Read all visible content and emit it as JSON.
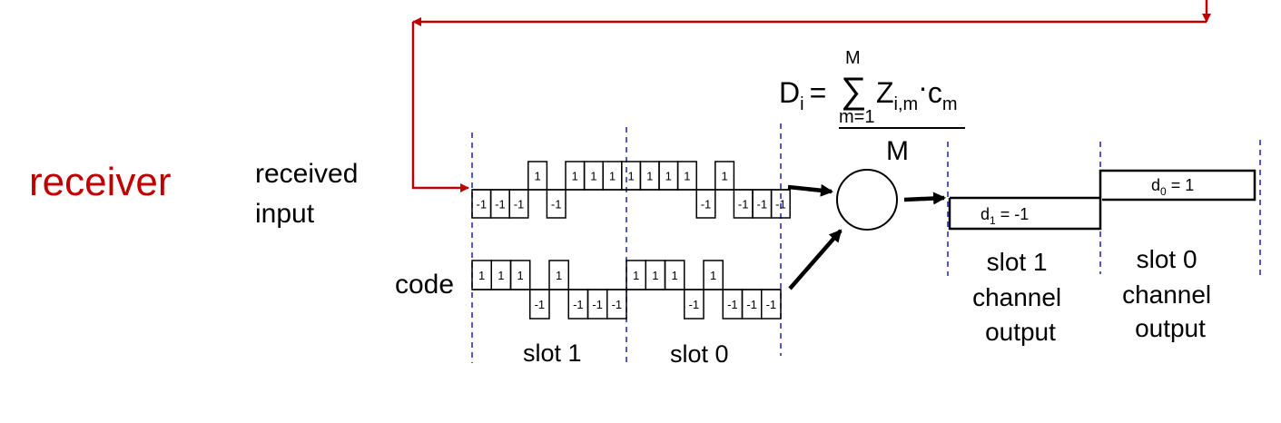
{
  "title": "receiver",
  "labels": {
    "received_line1": "received",
    "received_line2": "input",
    "code": "code",
    "slot1": "slot 1",
    "slot0": "slot 0",
    "out_slot1": [
      "slot 1",
      "channel",
      "output"
    ],
    "out_slot0": [
      "slot 0",
      "channel",
      "output"
    ]
  },
  "formula": {
    "lhs": "D",
    "lhs_sub": "i",
    "equals": "=",
    "sum_upper": "M",
    "sum_symbol": "∑",
    "sum_lower": "m=1",
    "term": "Z",
    "term_sub": "i,m",
    "dot": "·",
    "code_term": "c",
    "code_sub": "m",
    "denominator": "M"
  },
  "received_chips": [
    -1,
    -1,
    -1,
    1,
    -1,
    1,
    1,
    1,
    1,
    1,
    1,
    1,
    -1,
    1,
    -1,
    -1,
    -1
  ],
  "code_chips": [
    1,
    1,
    1,
    -1,
    1,
    -1,
    -1,
    -1,
    1,
    1,
    1,
    -1,
    1,
    -1,
    -1,
    -1
  ],
  "outputs": {
    "d1": {
      "name": "d",
      "sub": "1",
      "value": " = -1"
    },
    "d0": {
      "name": "d",
      "sub": "0",
      "value": " = 1"
    }
  },
  "colors": {
    "title": "#c00000",
    "feedback_arrow": "#c00000",
    "slot_divider": "#2b2bcc",
    "ink": "#000000"
  }
}
